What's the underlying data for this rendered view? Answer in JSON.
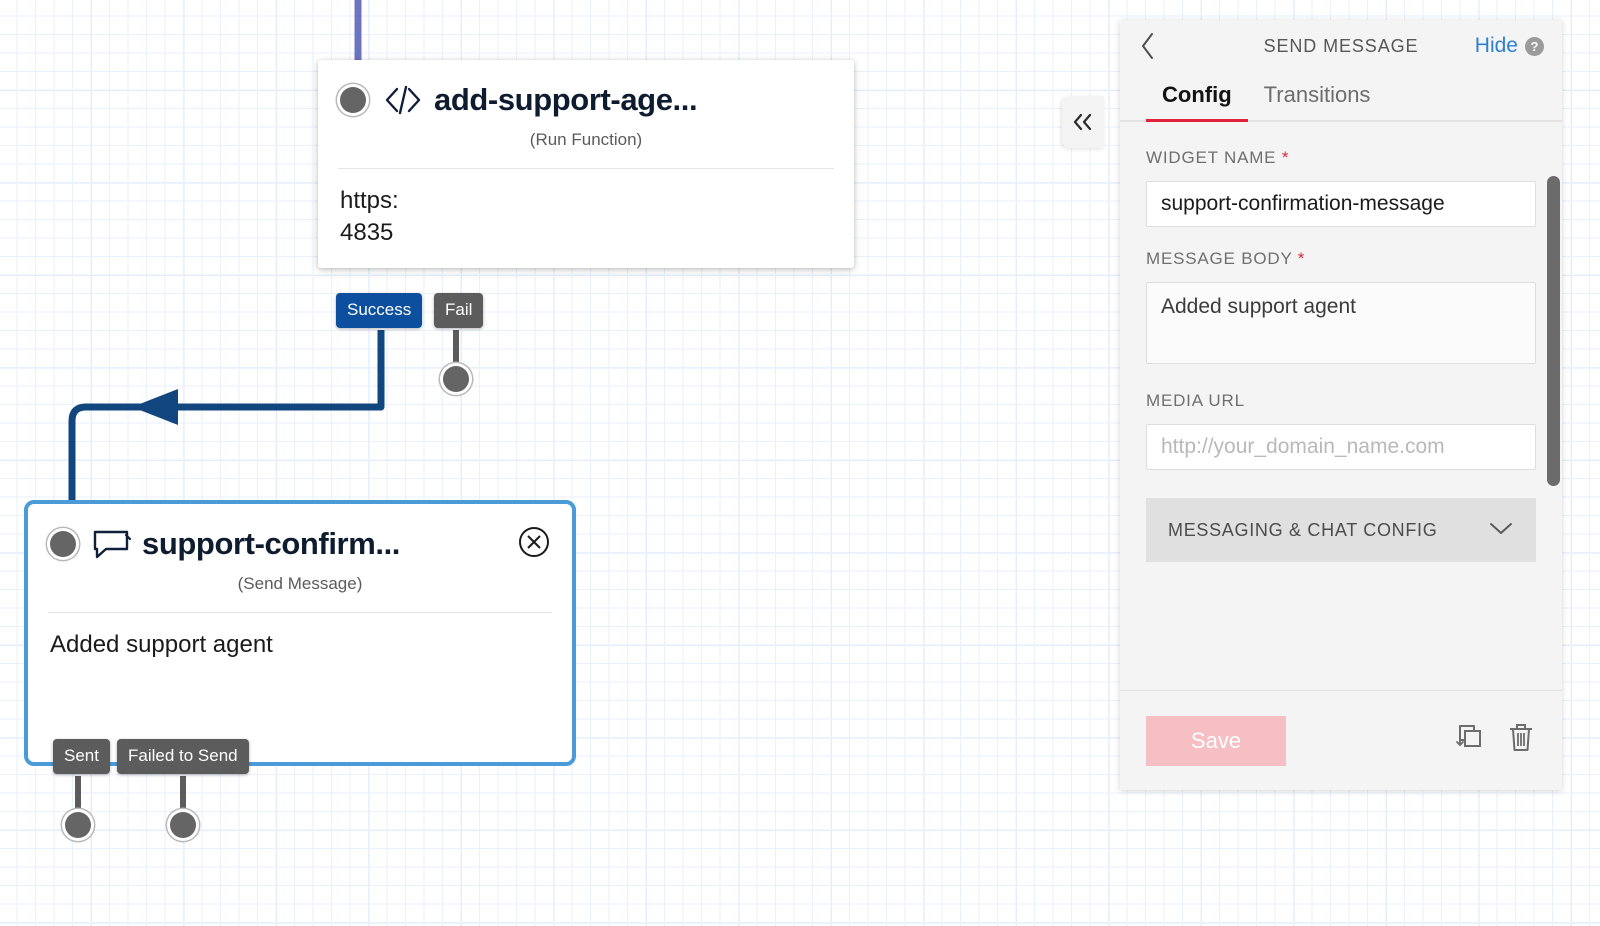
{
  "canvas": {
    "nodes": [
      {
        "id": "add-support-agent",
        "title": "add-support-age...",
        "subtitle": "(Run Function)",
        "icon": "code-icon",
        "body_line1": "https:",
        "body_line2": "4835",
        "outputs": [
          {
            "label": "Success",
            "style": "blue"
          },
          {
            "label": "Fail",
            "style": "gray"
          }
        ]
      },
      {
        "id": "support-confirmation-message",
        "title": "support-confirm...",
        "subtitle": "(Send Message)",
        "icon": "chat-bubble-icon",
        "body_line1": "Added support agent",
        "selected": true,
        "outputs": [
          {
            "label": "Sent",
            "style": "gray"
          },
          {
            "label": "Failed to Send",
            "style": "gray"
          }
        ]
      }
    ],
    "collapse_tab_label": "«"
  },
  "panel": {
    "back_label": "‹",
    "title": "SEND MESSAGE",
    "hide_label": "Hide",
    "tabs": [
      {
        "label": "Config",
        "active": true
      },
      {
        "label": "Transitions",
        "active": false
      }
    ],
    "fields": {
      "widget_name": {
        "label": "WIDGET NAME",
        "required": true,
        "value": "support-confirmation-message",
        "placeholder": ""
      },
      "message_body": {
        "label": "MESSAGE BODY",
        "required": true,
        "value": "Added support agent",
        "placeholder": ""
      },
      "media_url": {
        "label": "MEDIA URL",
        "required": false,
        "value": "",
        "placeholder": "http://your_domain_name.com"
      }
    },
    "accordion": {
      "label": "MESSAGING & CHAT CONFIG",
      "expanded": false
    },
    "footer": {
      "save_label": "Save",
      "duplicate_icon": "duplicate-icon",
      "delete_icon": "trash-icon"
    }
  },
  "colors": {
    "accent_red": "#e2223b",
    "link_blue": "#2f7fd0",
    "edge_dark_blue": "#12467f",
    "edge_purple": "#6c74c0",
    "selected_node_border": "#4a9bd8",
    "success_tab": "#0b4f9e",
    "neutral_tab": "#5c5c5c",
    "save_disabled": "#f6bfc4"
  }
}
